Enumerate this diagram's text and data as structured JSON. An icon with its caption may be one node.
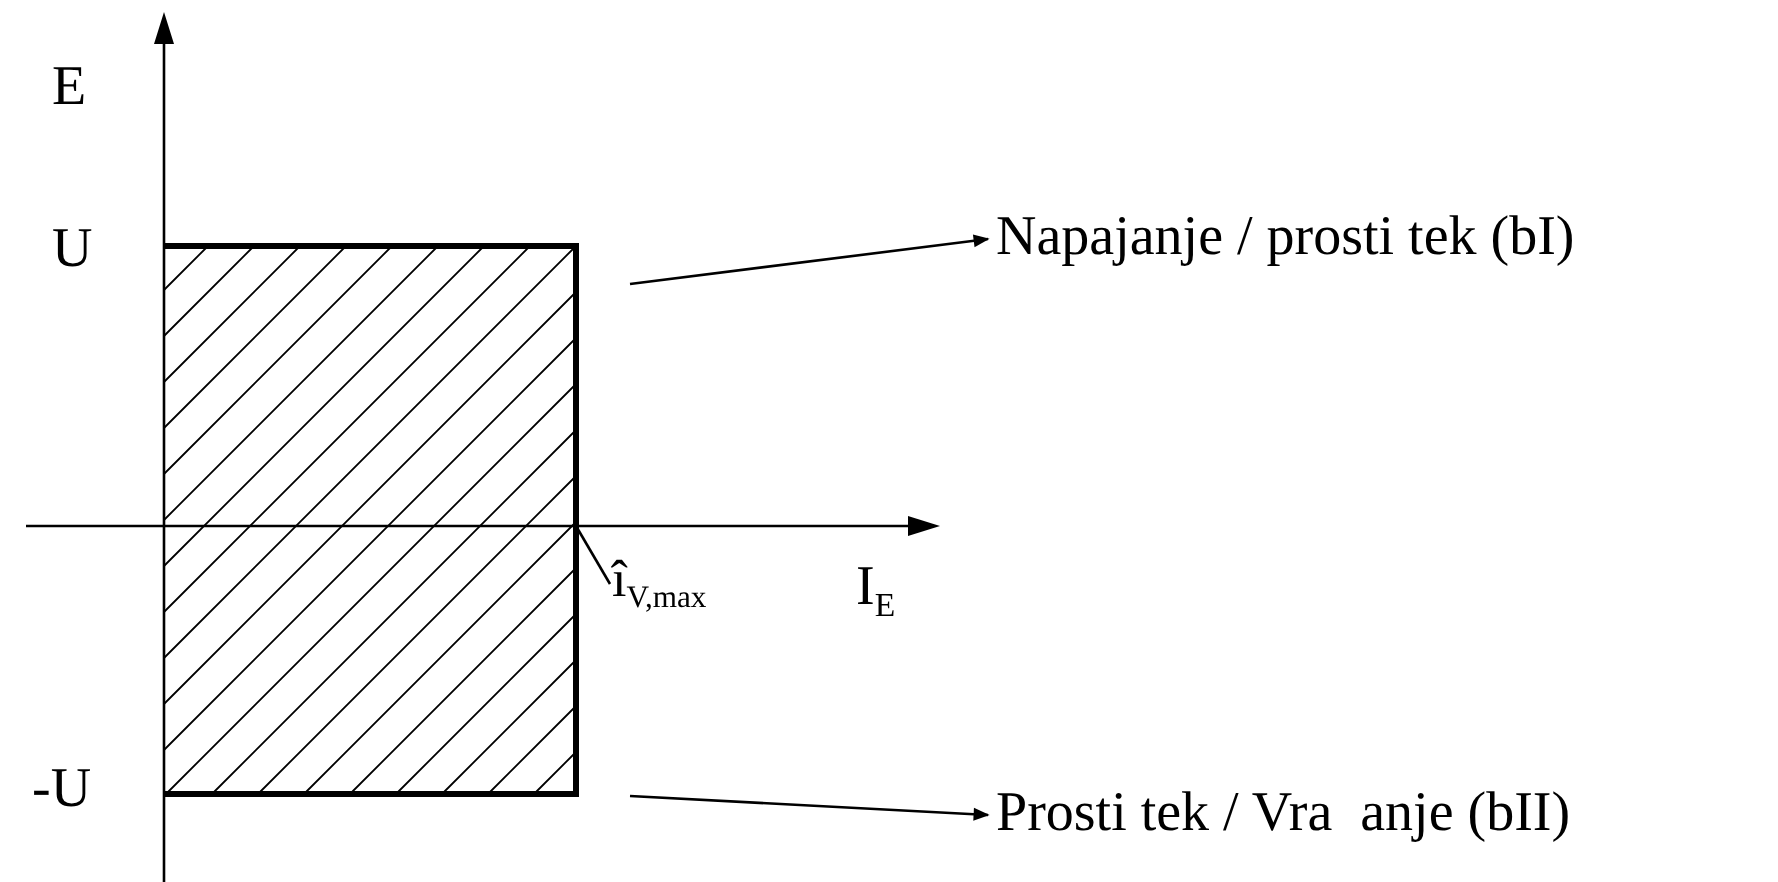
{
  "diagram": {
    "nodes": [
      {
        "text": [
          "Napajanje / prosti tek (bI)"
        ]
      },
      {
        "text": [
          "Prosti tek / Vra  anje (bII)"
        ]
      },
      {
        "text": [
          "î$_{V,max}$"
        ]
      }
    ],
    "edges": [
      {
        "from": null,
        "to": 0,
        "arrow": "to"
      },
      {
        "from": null,
        "to": 1,
        "arrow": "to"
      },
      {
        "from": 2,
        "to": null,
        "arrow": "none"
      }
    ],
    "labels": [
      "E",
      "U",
      "I$_{E}$",
      "-U"
    ]
  }
}
